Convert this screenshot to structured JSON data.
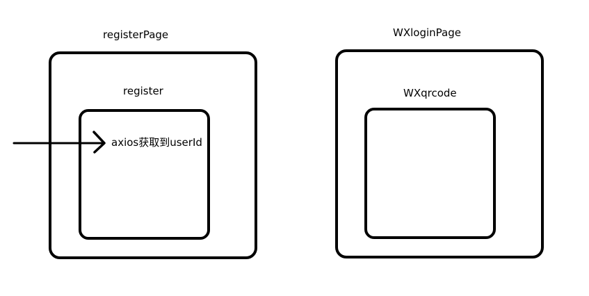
{
  "diagram": {
    "left_page": {
      "title": "registerPage",
      "component": {
        "title": "register",
        "note": "axios获取到userId"
      }
    },
    "right_page": {
      "title": "WXloginPage",
      "component": {
        "title": "WXqrcode"
      }
    },
    "colors": {
      "stroke": "#000000",
      "background": "#ffffff"
    }
  }
}
